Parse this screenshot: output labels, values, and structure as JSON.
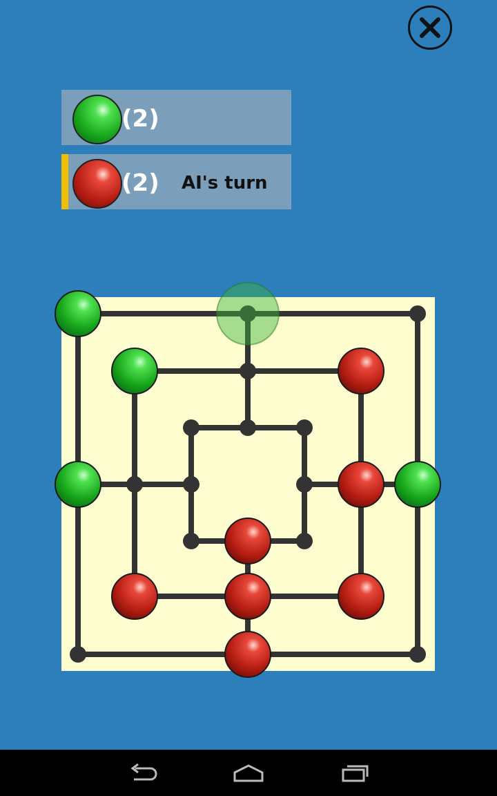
{
  "colors": {
    "background": "#2c7fba",
    "panel": "#7b9fba",
    "board": "#fefdd0",
    "line": "#333333",
    "active_indicator": "#f0c000",
    "green_piece": "#22b522",
    "red_piece": "#c8281a",
    "navbar": "#000000"
  },
  "header": {
    "close_icon": "close-icon"
  },
  "players": [
    {
      "piece": "green",
      "count": "(2)",
      "turn_label": "",
      "active": false
    },
    {
      "piece": "red",
      "count": "(2)",
      "turn_label": "AI's turn",
      "active": true
    }
  ],
  "board": {
    "highlight": "p0",
    "pieces": {
      "p1": "green",
      "p2": "green",
      "p3": "red",
      "p4": "green",
      "p5": "red",
      "p6": "green",
      "p7": "red",
      "p8": "red",
      "p9": "red",
      "p10": "red",
      "p11": "red"
    }
  },
  "navbar": {
    "buttons": [
      "back-icon",
      "home-icon",
      "recent-apps-icon"
    ]
  }
}
